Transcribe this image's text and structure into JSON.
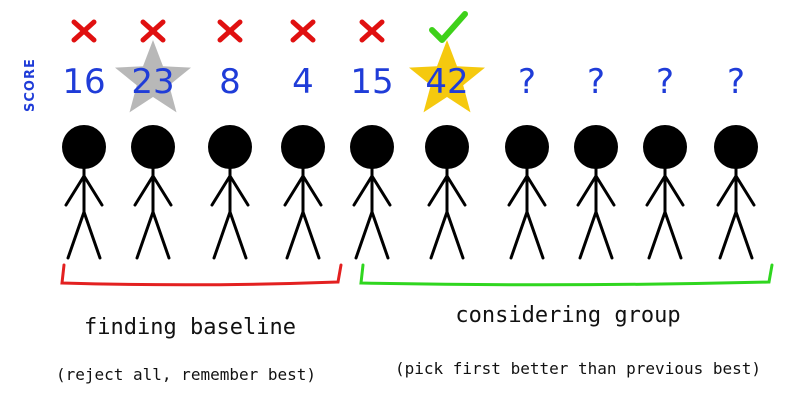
{
  "label": {
    "score": "SCORE"
  },
  "candidates": [
    {
      "score": "16",
      "mark": "cross",
      "star": "none"
    },
    {
      "score": "23",
      "mark": "cross",
      "star": "gray"
    },
    {
      "score": "8",
      "mark": "cross",
      "star": "none"
    },
    {
      "score": "4",
      "mark": "cross",
      "star": "none"
    },
    {
      "score": "15",
      "mark": "cross",
      "star": "none"
    },
    {
      "score": "42",
      "mark": "check",
      "star": "gold"
    },
    {
      "score": "?",
      "mark": "none",
      "star": "none"
    },
    {
      "score": "?",
      "mark": "none",
      "star": "none"
    },
    {
      "score": "?",
      "mark": "none",
      "star": "none"
    },
    {
      "score": "?",
      "mark": "none",
      "star": "none"
    }
  ],
  "groups": {
    "baseline": {
      "title": "finding baseline",
      "subtitle": "(reject all, remember best)"
    },
    "considering": {
      "title": "considering group",
      "subtitle": "(pick first better than previous best)"
    }
  },
  "colors": {
    "score": "#1f3cd8",
    "cross": "#e01010",
    "check": "#3ed11a",
    "star_gray": "#b8b8b8",
    "star_gold": "#f5c90f",
    "bracket_baseline": "#e32020",
    "bracket_considering": "#2fd61f",
    "ink": "#000000"
  }
}
